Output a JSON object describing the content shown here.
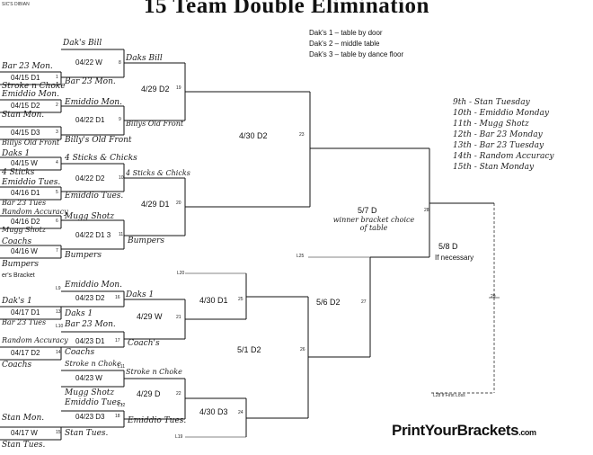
{
  "header": {
    "title": "15 Team Double Elimination",
    "top_left": "SIC'S DIBIAN"
  },
  "legend": [
    "Dak's 1 – table by door",
    "Dak's 2 – middle table",
    "Dak's 3 – table by dance floor"
  ],
  "brand": {
    "name": "PrintYourBrackets",
    "domain": ".com"
  },
  "side_label": "er's Bracket",
  "finish_order": [
    "9th - Stan Tuesday",
    "10th - Emiddio Monday",
    "11th - Mugg Shotz",
    "12th - Bar 23 Monday",
    "13th - Bar 23 Tuesday",
    "14th - Random Accuracy",
    "15th - Stan Monday"
  ],
  "winners": {
    "round1": [
      {
        "team": "Bar 23 Mon.",
        "game": "04/15 D1",
        "num": "1"
      },
      {
        "team": "Stroke n Choke",
        "game": "",
        "num": ""
      },
      {
        "team": "Emiddio Mon.",
        "game": "04/15 D2",
        "num": "2"
      },
      {
        "team": "Stan Mon.",
        "game": "",
        "num": ""
      },
      {
        "team": "Billys Old Front",
        "game": "04/15 D3",
        "num": "3"
      },
      {
        "team": "Daks 1",
        "game": "04/15 W",
        "num": "4"
      },
      {
        "team": "4 Sticks",
        "game": "",
        "num": ""
      },
      {
        "team": "Emiddio Tues.",
        "game": "04/16 D1",
        "num": "5"
      },
      {
        "team": "Bar 23 Tues",
        "game": "",
        "num": ""
      },
      {
        "team": "Random Accuracy",
        "game": "04/16 D2",
        "num": "6"
      },
      {
        "team": "Mugg Shotz",
        "game": "",
        "num": ""
      },
      {
        "team": "Coachs",
        "game": "04/16 W",
        "num": "7"
      },
      {
        "team": "Bumpers",
        "game": "",
        "num": ""
      }
    ],
    "round2": [
      {
        "team": "Dak's Bill",
        "game": "04/22 W",
        "num": "8"
      },
      {
        "team": "Bar 23 Mon.",
        "game": "",
        "num": ""
      },
      {
        "team": "Emiddio Mon.",
        "game": "04/22 D1",
        "num": "9"
      },
      {
        "team": "Billy's Old Front",
        "game": "",
        "num": ""
      },
      {
        "team": "4 Sticks & Chicks",
        "game": "04/22 D2",
        "num": "10"
      },
      {
        "team": "Emiddio Tues.",
        "game": "",
        "num": ""
      },
      {
        "team": "Mugg Shotz",
        "game": "04/22 D1 3",
        "num": "11"
      },
      {
        "team": "Bumpers",
        "game": "",
        "num": ""
      }
    ],
    "round3": [
      {
        "team": "Daks Bill",
        "game": "4/29 D2",
        "num": "19"
      },
      {
        "team": "Billys Old Front",
        "game": "",
        "num": ""
      },
      {
        "team": "4 Sticks & Chicks",
        "game": "4/29 D1",
        "num": "20"
      },
      {
        "team": "Bumpers",
        "game": "",
        "num": ""
      }
    ],
    "round4": {
      "game": "4/30 D2",
      "num": "23"
    },
    "final": {
      "game": "5/7 D",
      "note": "winner bracket choice of table",
      "num": "28"
    },
    "if_necessary": {
      "game": "5/8 D",
      "note": "If necessary",
      "num": "29"
    }
  },
  "losers": {
    "col1": [
      {
        "team": "Dak's 1",
        "game": "04/17 D1",
        "num": "13"
      },
      {
        "team": "Bar 23 Tues",
        "game": "",
        "num": ""
      },
      {
        "team": "Random Accuracy",
        "game": "04/17 D2",
        "num": "14"
      },
      {
        "team": "Coachs",
        "game": "",
        "num": ""
      },
      {
        "team": "Stan Mon.",
        "game": "04/17 W",
        "num": "15"
      },
      {
        "team": "Stan Tues.",
        "game": "",
        "num": ""
      }
    ],
    "col2": [
      {
        "team": "Emiddio Mon.",
        "game": "04/23 D2",
        "num": "16"
      },
      {
        "team": "Daks 1",
        "game": "",
        "num": ""
      },
      {
        "team": "Bar 23 Mon.",
        "game": "04/23 D1",
        "num": "17"
      },
      {
        "team": "Coachs",
        "game": "",
        "num": ""
      },
      {
        "team": "Stroke n Choke",
        "game": "04/23 W",
        "num": ""
      },
      {
        "team": "Mugg Shotz",
        "game": "",
        "num": ""
      },
      {
        "team": "Emiddio Tues.",
        "game": "04/23 D3",
        "num": "18"
      },
      {
        "team": "Stan Tues.",
        "game": "",
        "num": ""
      }
    ],
    "col3": [
      {
        "team": "Daks 1",
        "game": "4/29 W",
        "num": "21"
      },
      {
        "team": "Coach's",
        "game": "",
        "num": ""
      },
      {
        "team": "Stroke n Choke",
        "game": "4/29 D",
        "num": "22"
      },
      {
        "team": "Emiddio Tues.",
        "game": "",
        "num": ""
      }
    ],
    "col4": [
      {
        "game": "4/30 D1",
        "num": "25"
      },
      {
        "game": "4/30 D3",
        "num": "24"
      }
    ],
    "col5": {
      "game": "5/1 D2",
      "num": "26"
    },
    "col6": {
      "game": "5/6 D2",
      "num": "27"
    },
    "drop_labels": [
      "L20",
      "L19",
      "L25",
      "L9",
      "L10",
      "L11",
      "L12",
      "L28 If First Loss"
    ]
  }
}
